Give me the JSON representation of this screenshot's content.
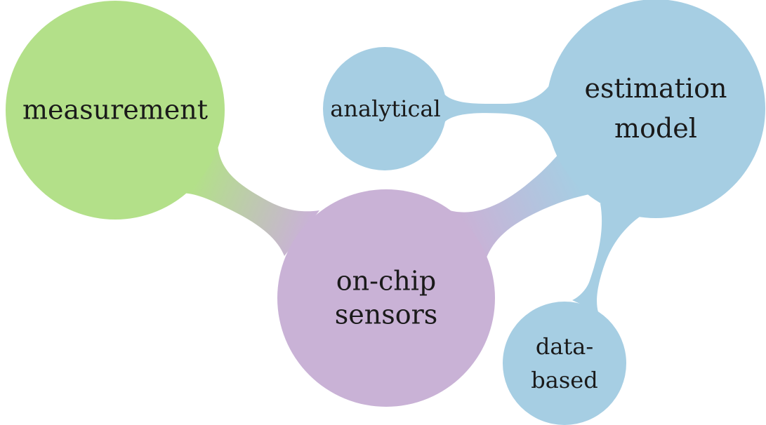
{
  "colors": {
    "measurement": "#b3e089",
    "onchip": "#c9b2d6",
    "estimation": "#a6cee3",
    "text": "#1a1a1a"
  },
  "nodes": {
    "measurement": {
      "label": "measurement"
    },
    "onchip": {
      "line1": "on-chip",
      "line2": "sensors"
    },
    "estimation": {
      "line1": "estimation",
      "line2": "model"
    },
    "analytical": {
      "label": "analytical"
    },
    "databased": {
      "line1": "data-",
      "line2": "based"
    }
  }
}
